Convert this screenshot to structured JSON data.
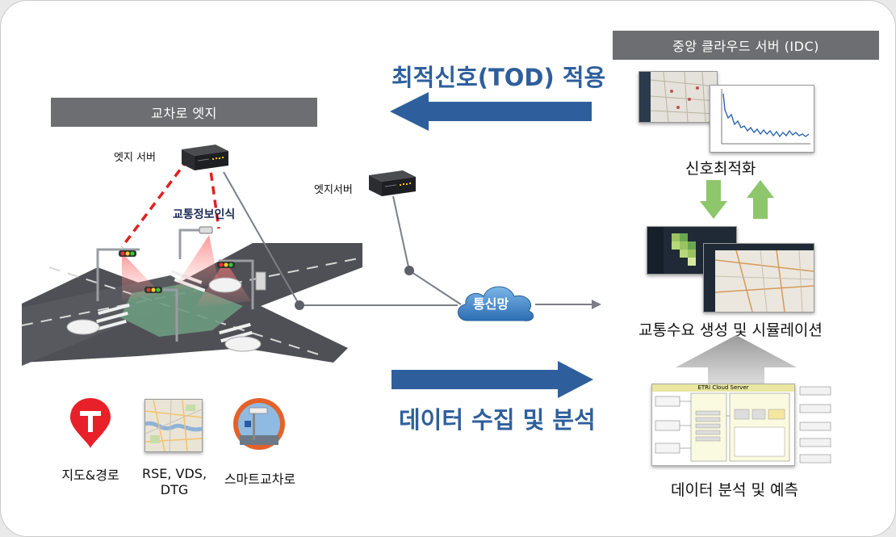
{
  "edge_section_title": "교차로 엣지",
  "cloud_section_title": "중앙 클라우드 서버 (IDC)",
  "top_arrow_label": "최적신호(TOD) 적용",
  "bottom_arrow_label": "데이터 수집 및 분석",
  "edge_server_label": "엣지 서버",
  "edge_server2_label": "엣지서버",
  "traffic_recognition_label": "교통정보인식",
  "network_label": "통신망",
  "signal_optimization_label": "신호최적화",
  "demand_simulation_label": "교통수요 생성 및 시뮬레이션",
  "data_analysis_label": "데이터 분석 및 예측",
  "source_map_label": "지도&경로",
  "source_rse_label": "RSE, VDS,\nDTG",
  "source_smart_label": "스마트교차로",
  "etri_title": "ETRI Cloud Server",
  "colors": {
    "accent_blue": "#2e5f9c",
    "bar_gray": "#6d6e72",
    "green_arrow": "#8dc66b",
    "red_dash": "#e02020",
    "tmap_red": "#e8202a"
  },
  "icons": [
    "server-icon",
    "cloud-icon",
    "tmap-icon",
    "map-icon",
    "smart-intersection-icon"
  ]
}
